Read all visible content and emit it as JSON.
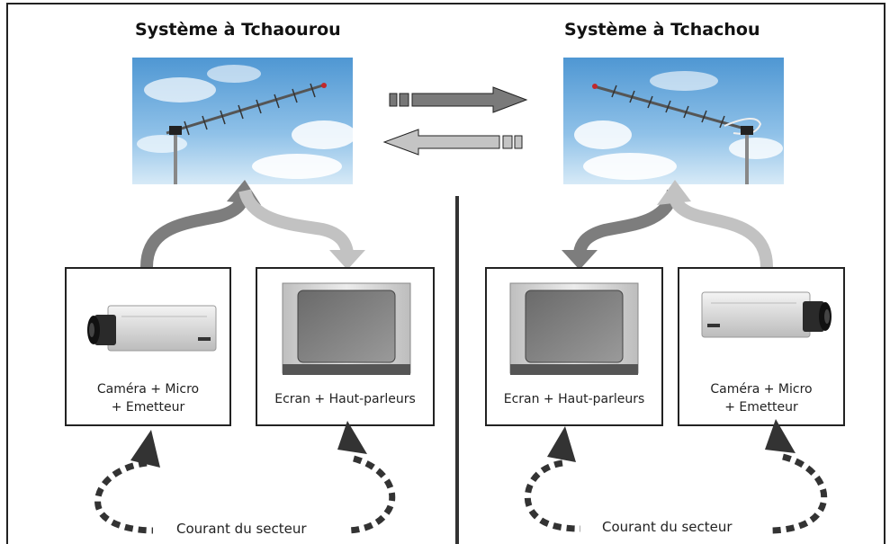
{
  "left_system": {
    "title": "Système à Tchaourou",
    "camera_label_line1": "Caméra + Micro",
    "camera_label_line2": "+ Emetteur",
    "screen_label": "Ecran + Haut-parleurs",
    "footer": "Courant du secteur"
  },
  "right_system": {
    "title": "Système à Tchachou",
    "screen_label": "Ecran + Haut-parleurs",
    "camera_label_line1": "Caméra + Micro",
    "camera_label_line2": "+ Emetteur",
    "footer": "Courant du secteur"
  },
  "colors": {
    "dark_arrow": "#7a7a7a",
    "light_arrow": "#bdbdbd",
    "sky_top": "#5fa3d8",
    "sky_bottom": "#cfe5f5",
    "border": "#222222"
  }
}
